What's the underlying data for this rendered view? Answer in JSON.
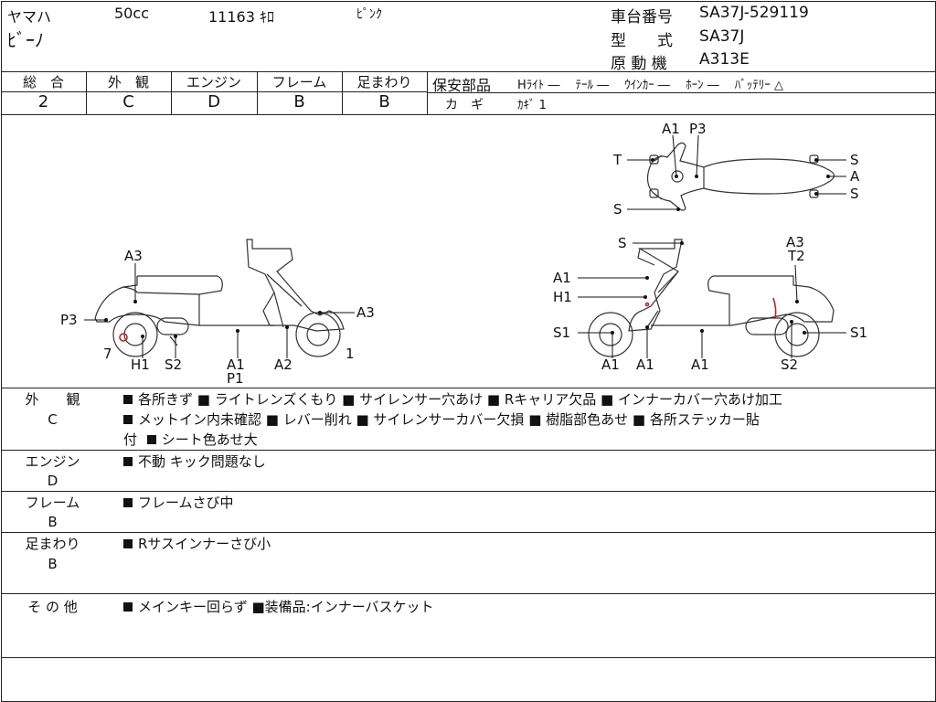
{
  "header": {
    "maker": "ヤマハ",
    "displacement": "50cc",
    "mileage": "11163 ｷﾛ",
    "color": "ﾋﾟﾝｸ",
    "model_name": "ﾋﾞｰﾉ",
    "frame_no_label": "車台番号",
    "frame_no_value": "SA37J-529119",
    "model_label": "型　　式",
    "model_value": "SA37J",
    "engine_label": "原 動 機",
    "engine_value": "A313E"
  },
  "grades": {
    "total_label": "総　合",
    "total_value": "2",
    "exterior_label": "外　観",
    "exterior_value": "C",
    "engine_label": "エンジン",
    "engine_value": "D",
    "frame_label": "フレーム",
    "frame_value": "B",
    "suspension_label": "足まわり",
    "suspension_value": "B"
  },
  "safety": {
    "label": "保安部品",
    "items": "Hﾗｲﾄ ―　 ﾃｰﾙ ―　 ｳｲﾝｶｰ ―　 ﾎｰﾝ ―　 ﾊﾞｯﾃﾘｰ △",
    "key_label": "カ　ギ",
    "key_value": "ｶｷﾞ 1"
  },
  "diagram_labels": {
    "top": {
      "a1": "A1",
      "p3": "P3",
      "t": "T",
      "s1": "S",
      "a": "A",
      "s2": "S",
      "s3": "S"
    },
    "left": {
      "a3_top": "A3",
      "p3": "P3",
      "a3_right": "A3",
      "n7": "7",
      "h1": "H1",
      "s2": "S2",
      "a1": "A1",
      "p1": "P1",
      "a2": "A2",
      "n1": "1"
    },
    "right": {
      "s": "S",
      "a3": "A3",
      "t2": "T2",
      "a1_top": "A1",
      "h1": "H1",
      "s1_left": "S1",
      "s1_right": "S1",
      "a1_b1": "A1",
      "a1_b2": "A1",
      "a1_b3": "A1",
      "s2": "S2"
    }
  },
  "sections": {
    "exterior": {
      "label": "外　　観",
      "grade": "C",
      "line1": "各所きず ■ ライトレンズくもり ■ サイレンサー穴あけ ■ Rキャリア欠品 ■ インナーカバー穴あけ加工",
      "line2": "メットイン内未確認 ■ レバー削れ ■ サイレンサーカバー欠損 ■ 樹脂部色あせ ■ 各所ステッカー貼",
      "line3_prefix": "付",
      "line3": "シート色あせ大"
    },
    "engine": {
      "label": "エンジン",
      "grade": "D",
      "line1": "不動 キック問題なし"
    },
    "frame": {
      "label": "フレーム",
      "grade": "B",
      "line1": "フレームさび中"
    },
    "suspension": {
      "label": "足まわり",
      "grade": "B",
      "line1": "Rサスインナーさび小"
    },
    "other": {
      "label": "そ の 他",
      "line1": "メインキー回らず ■装備品:インナーバスケット"
    }
  }
}
